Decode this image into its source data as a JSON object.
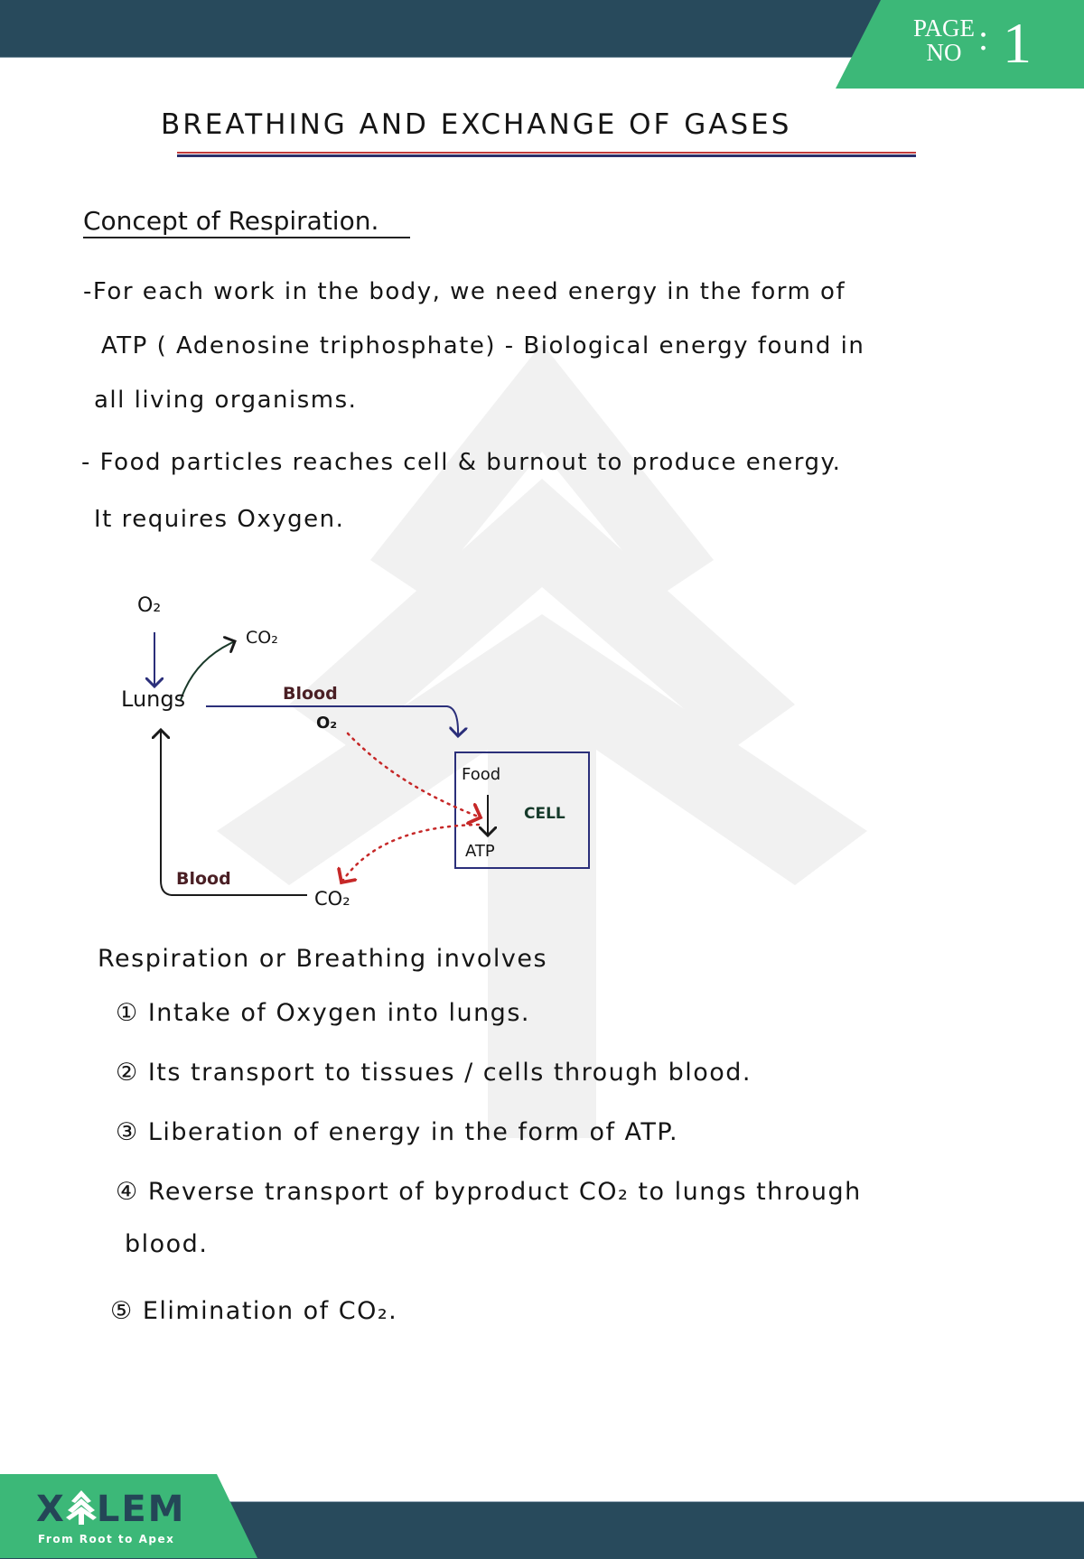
{
  "header": {
    "page_label_line1": "PAGE",
    "page_label_line2": "NO",
    "page_colon": ":",
    "page_number": "1",
    "colors": {
      "bar": "#284a5c",
      "badge": "#3cb878"
    }
  },
  "document": {
    "title": "BREATHING AND EXCHANGE OF GASES",
    "section_heading": "Concept of Respiration.",
    "paragraphs": [
      "-For each  work in the body, we need energy in the form of",
      "ATP ( Adenosine triphosphate) - Biological energy found in",
      "all living organisms.",
      "- Food particles  reaches cell & burnout to produce energy.",
      "It requires  Oxygen."
    ],
    "list_intro": "Respiration  or  Breathing   involves",
    "steps": [
      {
        "marker": "①",
        "text": "Intake  of  Oxygen  into  lungs."
      },
      {
        "marker": "②",
        "text": "Its  transport  to  tissues / cells  through blood."
      },
      {
        "marker": "③",
        "text": "Liberation  of   energy  in the  form of  ATP."
      },
      {
        "marker": "④",
        "text": "Reverse  transport  of  byproduct  CO₂  to  lungs  through"
      },
      {
        "marker": "",
        "text": "blood."
      },
      {
        "marker": "⑤",
        "text": "Elimination  of  CO₂."
      }
    ]
  },
  "diagram": {
    "o2_in": "O₂",
    "co2_out": "CO₂",
    "lungs": "Lungs",
    "blood_top": "Blood",
    "o2_to_cell": "O₂",
    "food": "Food",
    "cell": "CELL",
    "atp": "ATP",
    "blood_bottom": "Blood",
    "co2_from_cell": "CO₂"
  },
  "footer": {
    "logo": "X LEM",
    "logo_full": "XYLEM",
    "tagline": "From Root to Apex"
  }
}
